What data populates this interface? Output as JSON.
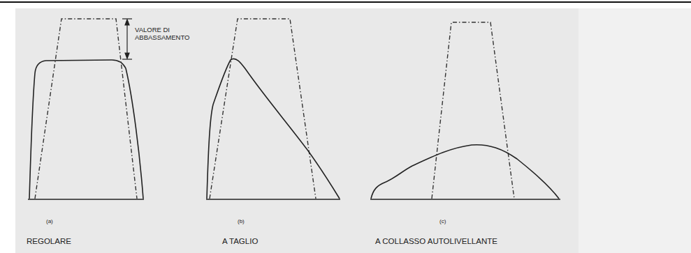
{
  "diagram": {
    "labels": [
      "VALORE DI ABBASSAMENTO",
      "(a)",
      "REGOLARE",
      "(b)",
      "A TAGLIO",
      "(c)",
      "A COLLASSO AUTOLIVELLANTE"
    ]
  }
}
